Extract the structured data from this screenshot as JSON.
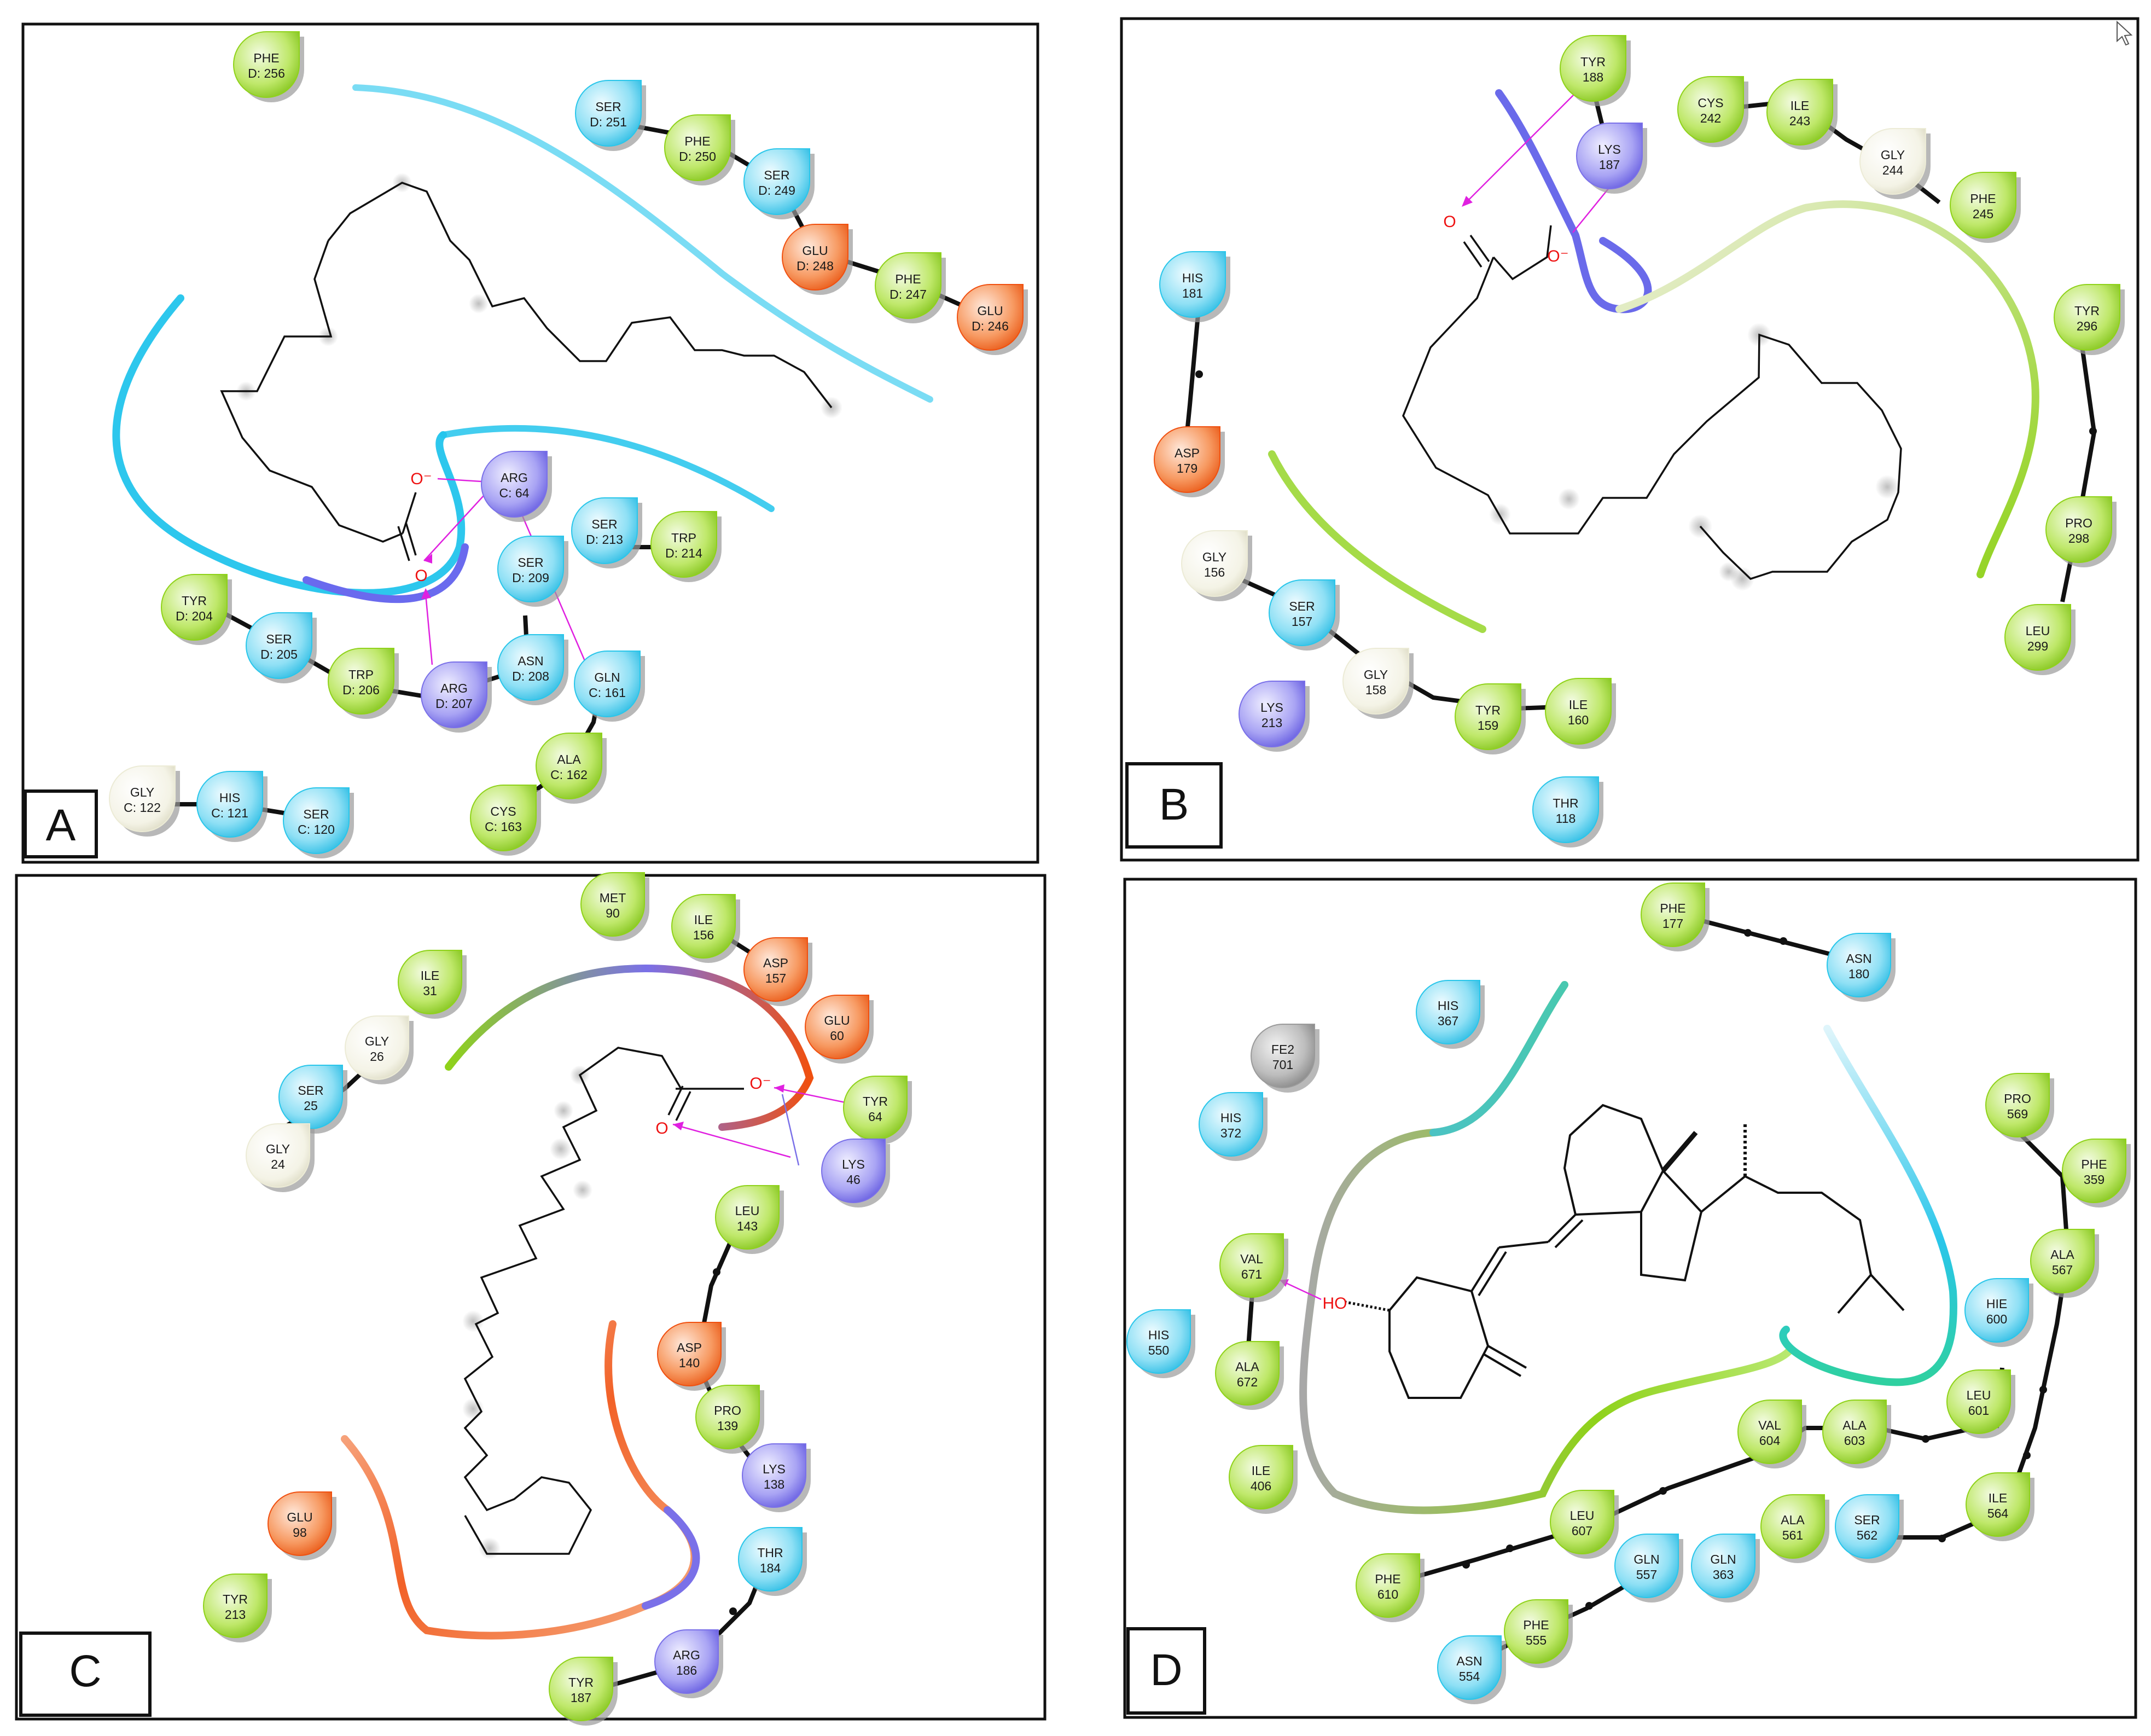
{
  "panels": [
    {
      "id": "A",
      "label": "A",
      "residues": [
        {
          "name": "PHE",
          "num": "D: 256",
          "type": "hydrophobic"
        },
        {
          "name": "SER",
          "num": "D: 251",
          "type": "polar"
        },
        {
          "name": "PHE",
          "num": "D: 250",
          "type": "hydrophobic"
        },
        {
          "name": "SER",
          "num": "D: 249",
          "type": "polar"
        },
        {
          "name": "GLU",
          "num": "D: 248",
          "type": "negative"
        },
        {
          "name": "PHE",
          "num": "D: 247",
          "type": "hydrophobic"
        },
        {
          "name": "GLU",
          "num": "D: 246",
          "type": "negative"
        },
        {
          "name": "ARG",
          "num": "C: 64",
          "type": "positive"
        },
        {
          "name": "SER",
          "num": "D: 213",
          "type": "polar"
        },
        {
          "name": "TRP",
          "num": "D: 214",
          "type": "hydrophobic"
        },
        {
          "name": "SER",
          "num": "D: 209",
          "type": "polar"
        },
        {
          "name": "TYR",
          "num": "D: 204",
          "type": "hydrophobic"
        },
        {
          "name": "SER",
          "num": "D: 205",
          "type": "polar"
        },
        {
          "name": "TRP",
          "num": "D: 206",
          "type": "hydrophobic"
        },
        {
          "name": "ARG",
          "num": "D: 207",
          "type": "positive"
        },
        {
          "name": "ASN",
          "num": "D: 208",
          "type": "polar"
        },
        {
          "name": "GLN",
          "num": "C: 161",
          "type": "polar"
        },
        {
          "name": "ALA",
          "num": "C: 162",
          "type": "hydrophobic"
        },
        {
          "name": "CYS",
          "num": "C: 163",
          "type": "hydrophobic"
        },
        {
          "name": "GLY",
          "num": "C: 122",
          "type": "glycine"
        },
        {
          "name": "HIS",
          "num": "C: 121",
          "type": "polar"
        },
        {
          "name": "SER",
          "num": "C: 120",
          "type": "polar"
        }
      ],
      "atoms": [
        "O⁻",
        "O"
      ]
    },
    {
      "id": "B",
      "label": "B",
      "residues": [
        {
          "name": "TYR",
          "num": "188",
          "type": "hydrophobic"
        },
        {
          "name": "LYS",
          "num": "187",
          "type": "positive"
        },
        {
          "name": "CYS",
          "num": "242",
          "type": "hydrophobic"
        },
        {
          "name": "ILE",
          "num": "243",
          "type": "hydrophobic"
        },
        {
          "name": "GLY",
          "num": "244",
          "type": "glycine"
        },
        {
          "name": "PHE",
          "num": "245",
          "type": "hydrophobic"
        },
        {
          "name": "HIS",
          "num": "181",
          "type": "polar"
        },
        {
          "name": "ASP",
          "num": "179",
          "type": "negative"
        },
        {
          "name": "TYR",
          "num": "296",
          "type": "hydrophobic"
        },
        {
          "name": "PRO",
          "num": "298",
          "type": "hydrophobic"
        },
        {
          "name": "LEU",
          "num": "299",
          "type": "hydrophobic"
        },
        {
          "name": "GLY",
          "num": "156",
          "type": "glycine"
        },
        {
          "name": "SER",
          "num": "157",
          "type": "polar"
        },
        {
          "name": "GLY",
          "num": "158",
          "type": "glycine"
        },
        {
          "name": "TYR",
          "num": "159",
          "type": "hydrophobic"
        },
        {
          "name": "ILE",
          "num": "160",
          "type": "hydrophobic"
        },
        {
          "name": "LYS",
          "num": "213",
          "type": "positive"
        },
        {
          "name": "THR",
          "num": "118",
          "type": "polar"
        }
      ],
      "atoms": [
        "O",
        "O⁻"
      ]
    },
    {
      "id": "C",
      "label": "C",
      "residues": [
        {
          "name": "MET",
          "num": "90",
          "type": "hydrophobic"
        },
        {
          "name": "ILE",
          "num": "156",
          "type": "hydrophobic"
        },
        {
          "name": "ASP",
          "num": "157",
          "type": "negative"
        },
        {
          "name": "ILE",
          "num": "31",
          "type": "hydrophobic"
        },
        {
          "name": "GLU",
          "num": "60",
          "type": "negative"
        },
        {
          "name": "GLY",
          "num": "26",
          "type": "glycine"
        },
        {
          "name": "SER",
          "num": "25",
          "type": "polar"
        },
        {
          "name": "GLY",
          "num": "24",
          "type": "glycine"
        },
        {
          "name": "TYR",
          "num": "64",
          "type": "hydrophobic"
        },
        {
          "name": "LYS",
          "num": "46",
          "type": "positive"
        },
        {
          "name": "LEU",
          "num": "143",
          "type": "hydrophobic"
        },
        {
          "name": "ASP",
          "num": "140",
          "type": "negative"
        },
        {
          "name": "PRO",
          "num": "139",
          "type": "hydrophobic"
        },
        {
          "name": "LYS",
          "num": "138",
          "type": "positive"
        },
        {
          "name": "GLU",
          "num": "98",
          "type": "negative"
        },
        {
          "name": "THR",
          "num": "184",
          "type": "polar"
        },
        {
          "name": "TYR",
          "num": "213",
          "type": "hydrophobic"
        },
        {
          "name": "ARG",
          "num": "186",
          "type": "positive"
        },
        {
          "name": "TYR",
          "num": "187",
          "type": "hydrophobic"
        }
      ],
      "atoms": [
        "O⁻",
        "O"
      ]
    },
    {
      "id": "D",
      "label": "D",
      "residues": [
        {
          "name": "PHE",
          "num": "177",
          "type": "hydrophobic"
        },
        {
          "name": "ASN",
          "num": "180",
          "type": "polar"
        },
        {
          "name": "HIS",
          "num": "367",
          "type": "polar"
        },
        {
          "name": "FE2",
          "num": "701",
          "type": "metal"
        },
        {
          "name": "HIS",
          "num": "372",
          "type": "polar"
        },
        {
          "name": "PRO",
          "num": "569",
          "type": "hydrophobic"
        },
        {
          "name": "PHE",
          "num": "359",
          "type": "hydrophobic"
        },
        {
          "name": "VAL",
          "num": "671",
          "type": "hydrophobic"
        },
        {
          "name": "ALA",
          "num": "567",
          "type": "hydrophobic"
        },
        {
          "name": "HIE",
          "num": "600",
          "type": "polar"
        },
        {
          "name": "HIS",
          "num": "550",
          "type": "polar"
        },
        {
          "name": "ALA",
          "num": "672",
          "type": "hydrophobic"
        },
        {
          "name": "LEU",
          "num": "601",
          "type": "hydrophobic"
        },
        {
          "name": "VAL",
          "num": "604",
          "type": "hydrophobic"
        },
        {
          "name": "ALA",
          "num": "603",
          "type": "hydrophobic"
        },
        {
          "name": "ILE",
          "num": "406",
          "type": "hydrophobic"
        },
        {
          "name": "ILE",
          "num": "564",
          "type": "hydrophobic"
        },
        {
          "name": "LEU",
          "num": "607",
          "type": "hydrophobic"
        },
        {
          "name": "ALA",
          "num": "561",
          "type": "hydrophobic"
        },
        {
          "name": "SER",
          "num": "562",
          "type": "polar"
        },
        {
          "name": "GLN",
          "num": "557",
          "type": "polar"
        },
        {
          "name": "GLN",
          "num": "363",
          "type": "polar"
        },
        {
          "name": "PHE",
          "num": "610",
          "type": "hydrophobic"
        },
        {
          "name": "PHE",
          "num": "555",
          "type": "hydrophobic"
        },
        {
          "name": "ASN",
          "num": "554",
          "type": "polar"
        }
      ],
      "atoms": [
        "HO"
      ]
    }
  ],
  "colors": {
    "hydrophobic": "#8fd21a",
    "polar": "#29c6ea",
    "negative": "#f05010",
    "positive": "#7a70e8",
    "glycine": "#ecebd6",
    "metal": "#9a9a9a",
    "hbond": "#e020e0",
    "atom": "#ee1111"
  }
}
